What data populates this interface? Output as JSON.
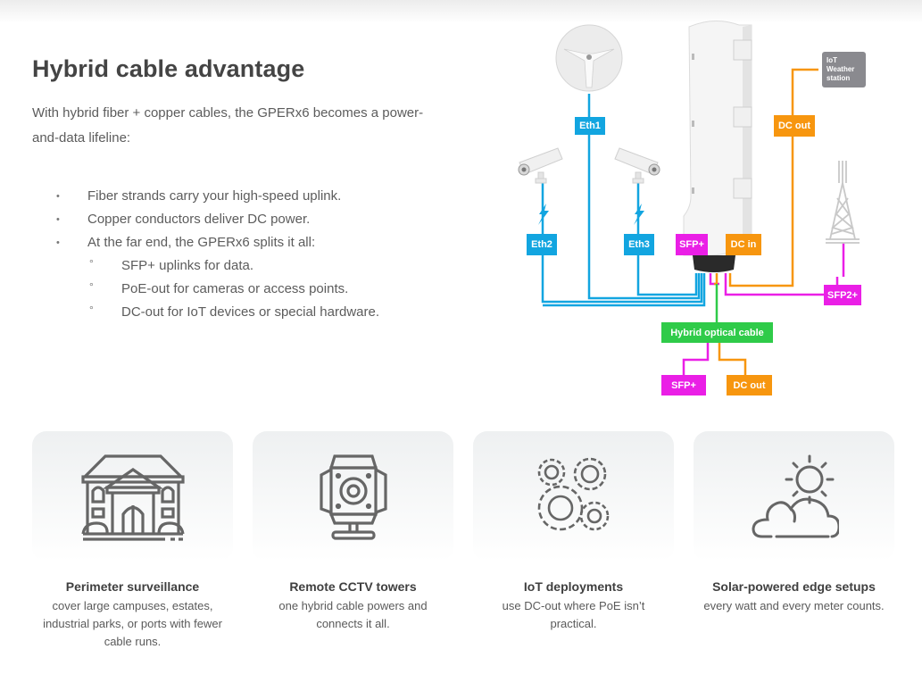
{
  "section": {
    "title": "Hybrid cable advantage",
    "intro": "With hybrid fiber + copper cables, the GPERx6 becomes a power-and-data lifeline:",
    "bullets": [
      "Fiber strands carry your high-speed uplink.",
      "Copper conductors deliver DC power.",
      "At the far end, the GPERx6 splits it all:"
    ],
    "sub_bullets": [
      "SFP+ uplinks for data.",
      "PoE-out for cameras or access points.",
      "DC-out for IoT devices or special hardware."
    ],
    "bullet_glyph": "•",
    "sub_bullet_glyph": "°"
  },
  "diagram": {
    "labels": {
      "eth1": "Eth1",
      "eth2": "Eth2",
      "eth3": "Eth3",
      "dc_out_top": "DC out",
      "iot_station": "IoT\nWeather\nstation",
      "sfp_device": "SFP+",
      "dc_in": "DC in",
      "sfp2": "SFP2+",
      "hybrid_cable": "Hybrid optical cable",
      "sfp_bottom": "SFP+",
      "dc_out_bottom": "DC out"
    },
    "colors": {
      "ethernet": "#12a5e0",
      "power": "#f7960f",
      "fiber": "#ea1fe6",
      "hybrid": "#2fcb49",
      "iot": "#8a8a8f"
    },
    "icons": [
      "wireless-dish-icon",
      "cctv-camera-icon",
      "lightning-icon",
      "outdoor-router-icon",
      "cell-tower-icon"
    ]
  },
  "cards": [
    {
      "icon": "building-icon",
      "title": "Perimeter surveillance",
      "text": "cover large campuses, estates, industrial parks, or ports with fewer cable runs."
    },
    {
      "icon": "camera-icon",
      "title": "Remote CCTV towers",
      "text": "one hybrid cable powers and connects it all."
    },
    {
      "icon": "gears-icon",
      "title": "IoT deployments",
      "text": "use DC-out where PoE isn’t practical."
    },
    {
      "icon": "sun-cloud-icon",
      "title": "Solar-powered edge setups",
      "text": "every watt and every meter counts."
    }
  ]
}
